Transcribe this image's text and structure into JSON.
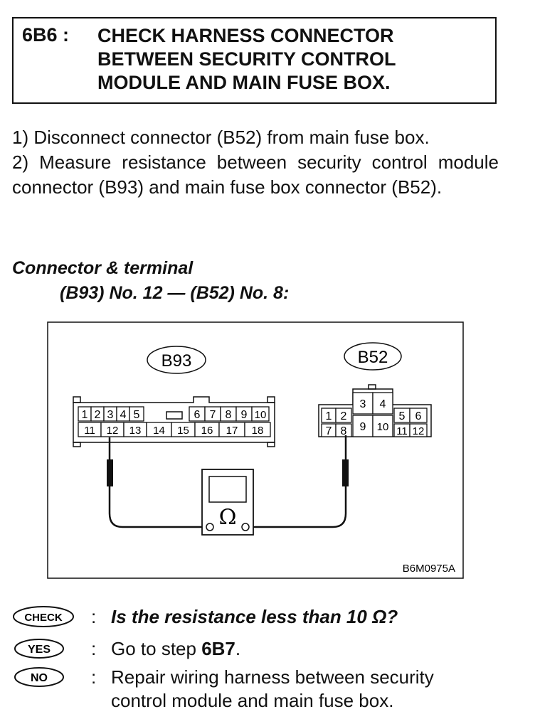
{
  "header": {
    "step_id": "6B6 :",
    "title_lines": [
      "CHECK HARNESS CONNECTOR",
      "BETWEEN SECURITY CONTROL",
      "MODULE AND MAIN FUSE BOX."
    ]
  },
  "instructions": [
    "1) Disconnect connector (B52) from main fuse box.",
    "2) Measure resistance between security control module connector (B93) and main fuse box connector (B52)."
  ],
  "connector": {
    "heading": "Connector & terminal",
    "line": "(B93) No. 12 — (B52) No. 8:"
  },
  "diagram": {
    "b93_label": "B93",
    "b52_label": "B52",
    "b93_top": [
      "1",
      "2",
      "3",
      "4",
      "5",
      "6",
      "7",
      "8",
      "9",
      "10"
    ],
    "b93_bottom": [
      "11",
      "12",
      "13",
      "14",
      "15",
      "16",
      "17",
      "18"
    ],
    "b52_pins": [
      "1",
      "2",
      "3",
      "4",
      "5",
      "6",
      "7",
      "8",
      "9",
      "10",
      "11",
      "12"
    ],
    "meter_symbol": "Ω",
    "figure_code": "B6M0975A"
  },
  "answers": {
    "check_badge": "CHECK",
    "yes_badge": "YES",
    "no_badge": "NO",
    "colon": ":",
    "check_text": "Is the resistance less than 10 Ω?",
    "yes_prefix": "Go to step ",
    "yes_step": "6B7",
    "yes_suffix": ".",
    "no_line1": "Repair wiring harness between security",
    "no_line2": "control module and main fuse box."
  }
}
